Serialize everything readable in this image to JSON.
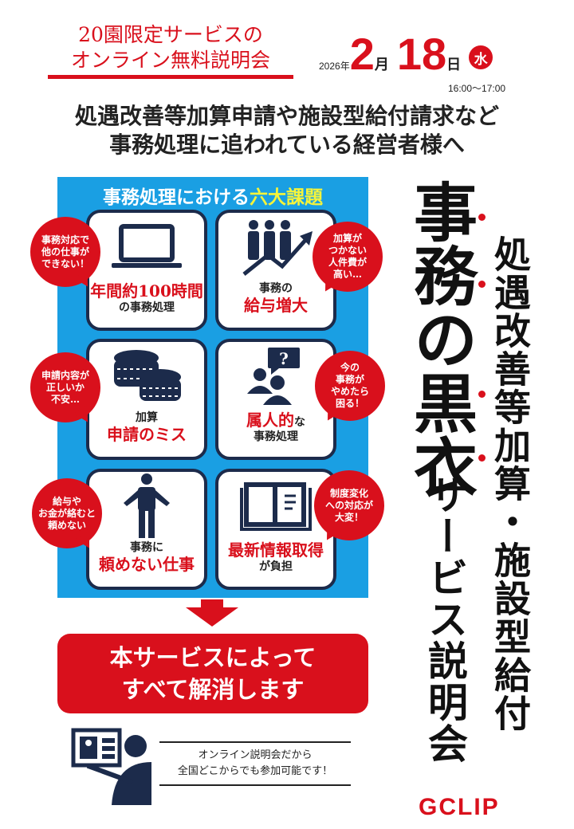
{
  "header": {
    "line1": "20園限定サービスの",
    "line2": "オンライン無料説明会"
  },
  "date": {
    "year": "2026年",
    "month": "2",
    "month_unit": "月",
    "day": "18",
    "day_unit": "日",
    "weekday": "水",
    "time": "16:00〜17:00"
  },
  "lead": {
    "line1": "処遇改善等加算申請や施設型給付請求など",
    "line2": "事務処理に追われている経営者様へ"
  },
  "panel": {
    "title": "事務処理における",
    "title_highlight": "六大課題",
    "cards": [
      {
        "icon": "laptop-icon",
        "red": "年間約100時間",
        "text": "の事務処理",
        "bubble": "事務対応で\n他の仕事が\nできない！"
      },
      {
        "icon": "staff-growth-icon",
        "text": "事務の",
        "red": "給与増大",
        "bubble": "加算が\nつかない\n人件費が\n高い…"
      },
      {
        "icon": "coins-icon",
        "text": "加算",
        "red": "申請のミス",
        "bubble": "申請内容が\n正しいか\n不安…"
      },
      {
        "icon": "people-question-icon",
        "red": "属人的",
        "red_suffix": "な",
        "text": "事務処理",
        "bubble": "今の\n事務が\nやめたら\n困る！"
      },
      {
        "icon": "person-shrug-icon",
        "text": "事務に",
        "red": "頼めない仕事",
        "bubble": "給与や\nお金が絡むと\n頼めない"
      },
      {
        "icon": "book-icon",
        "red": "最新情報取得",
        "text": "が負担",
        "bubble": "制度変化\nへの対応が\n大変！"
      }
    ]
  },
  "cta": {
    "line1": "本サービスによって",
    "line2": "すべて解消します"
  },
  "online": {
    "line1": "オンライン説明会だから",
    "line2": "全国どこからでも参加可能です！"
  },
  "vertical": {
    "sub": "処遇改善等加算・施設型給付",
    "main": "事務の黒衣",
    "rest": "サービス説明会"
  },
  "logo": "GCLIP",
  "colors": {
    "red": "#d9101c",
    "blue": "#1a9fe3",
    "navy": "#1c2b4b"
  }
}
